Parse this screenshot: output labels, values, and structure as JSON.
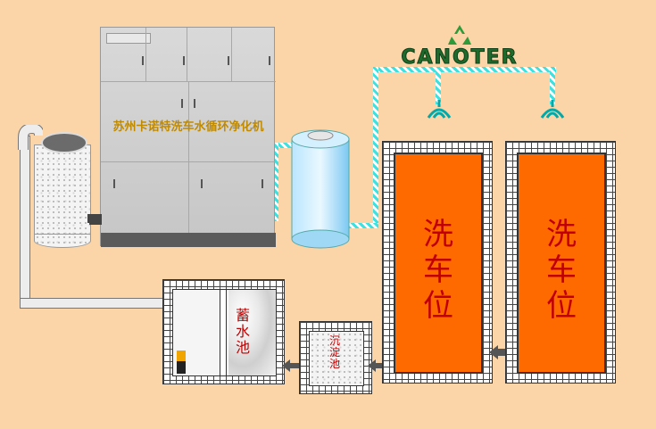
{
  "brand": {
    "name": "CANOTER",
    "brand_color": "#1f6b2b",
    "logo_icon": "recycle-icon"
  },
  "machine": {
    "label": "苏州卡诺特洗车水循环净化机",
    "label_color": "#c08a00"
  },
  "wash_bays": [
    {
      "label": "洗车位"
    },
    {
      "label": "洗车位"
    }
  ],
  "storage_pool": {
    "label": "蓄水池"
  },
  "sediment_tank": {
    "label": "沉淀池"
  },
  "colors": {
    "background": "#fbd5a8",
    "bay_fill": "#ff6a00",
    "bay_text": "#c00000",
    "pipe_clean": "#3fe0e0"
  }
}
